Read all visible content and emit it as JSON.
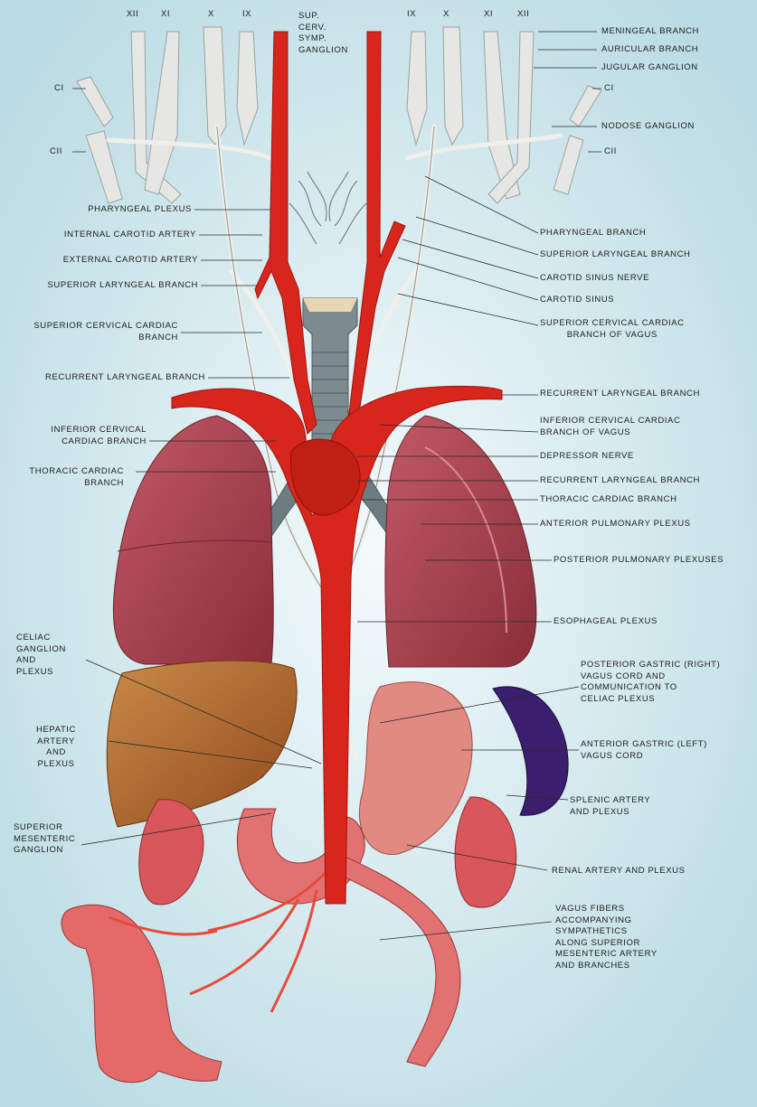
{
  "labels": {
    "nerve_roman_xii_left": "XII",
    "nerve_roman_xi_left": "XI",
    "nerve_roman_x_left": "X",
    "nerve_roman_ix_left": "IX",
    "nerve_roman_ix_right": "IX",
    "nerve_roman_x_right": "X",
    "nerve_roman_xi_right": "XI",
    "nerve_roman_xii_right": "XII",
    "ci_left": "CI",
    "cii_left": "CII",
    "ci_right": "CI",
    "cii_right": "CII",
    "sup_cerv_symp_ganglion": "SUP.\nCERV.\nSYMP.\nGANGLION",
    "meningeal_branch": "MENINGEAL BRANCH",
    "auricular_branch": "AURICULAR BRANCH",
    "jugular_ganglion": "JUGULAR GANGLION",
    "nodose_ganglion": "NODOSE GANGLION",
    "pharyngeal_plexus": "PHARYNGEAL PLEXUS",
    "internal_carotid_artery": "INTERNAL CAROTID ARTERY",
    "external_carotid_artery": "EXTERNAL CAROTID ARTERY",
    "superior_laryngeal_branch_left": "SUPERIOR LARYNGEAL BRANCH",
    "superior_cervical_cardiac_branch": "SUPERIOR CERVICAL CARDIAC\nBRANCH",
    "recurrent_laryngeal_branch_left": "RECURRENT LARYNGEAL BRANCH",
    "inferior_cervical_cardiac_branch": "INFERIOR CERVICAL\nCARDIAC BRANCH",
    "thoracic_cardiac_branch_left": "THORACIC CARDIAC\nBRANCH",
    "pharyngeal_branch": "PHARYNGEAL BRANCH",
    "superior_laryngeal_branch_right": "SUPERIOR LARYNGEAL BRANCH",
    "carotid_sinus_nerve": "CAROTID SINUS NERVE",
    "carotid_sinus": "CAROTID SINUS",
    "superior_cervical_cardiac_branch_of_vagus": "SUPERIOR CERVICAL CARDIAC\nBRANCH OF VAGUS",
    "recurrent_laryngeal_branch_right": "RECURRENT LARYNGEAL BRANCH",
    "inferior_cervical_cardiac_branch_of_vagus": "INFERIOR CERVICAL CARDIAC\nBRANCH OF VAGUS",
    "depressor_nerve": "DEPRESSOR NERVE",
    "recurrent_laryngeal_branch_right_2": "RECURRENT LARYNGEAL BRANCH",
    "thoracic_cardiac_branch_right": "THORACIC CARDIAC BRANCH",
    "anterior_pulmonary_plexus": "ANTERIOR PULMONARY PLEXUS",
    "posterior_pulmonary_plexuses": "POSTERIOR PULMONARY PLEXUSES",
    "esophageal_plexus": "ESOPHAGEAL PLEXUS",
    "celiac_ganglion_and_plexus": "CELIAC\nGANGLION\nAND\nPLEXUS",
    "hepatic_artery_and_plexus": "HEPATIC\nARTERY\nAND\nPLEXUS",
    "superior_mesenteric_ganglion": "SUPERIOR\nMESENTERIC\nGANGLION",
    "posterior_gastric_vagus_cord": "POSTERIOR GASTRIC (RIGHT)\nVAGUS CORD AND\nCOMMUNICATION TO\nCELIAC PLEXUS",
    "anterior_gastric_vagus_cord": "ANTERIOR GASTRIC (LEFT)\nVAGUS CORD",
    "splenic_artery_and_plexus": "SPLENIC ARTERY\nAND PLEXUS",
    "renal_artery_and_plexus": "RENAL ARTERY AND PLEXUS",
    "vagus_fibers_accompanying": "VAGUS FIBERS\nACCOMPANYING\nSYMPATHETICS\nALONG SUPERIOR\nMESENTERIC ARTERY\nAND BRANCHES"
  },
  "colors": {
    "background": "#cfe6ec",
    "artery": "#d8261c",
    "nerve": "#e4e4e0",
    "lung": "#a8434e",
    "liver": "#b06a2c",
    "spleen": "#3b1e6e",
    "kidney": "#d9575b",
    "stomach": "#e08a82",
    "intestine": "#e06868",
    "trachea": "#7c8c90"
  }
}
